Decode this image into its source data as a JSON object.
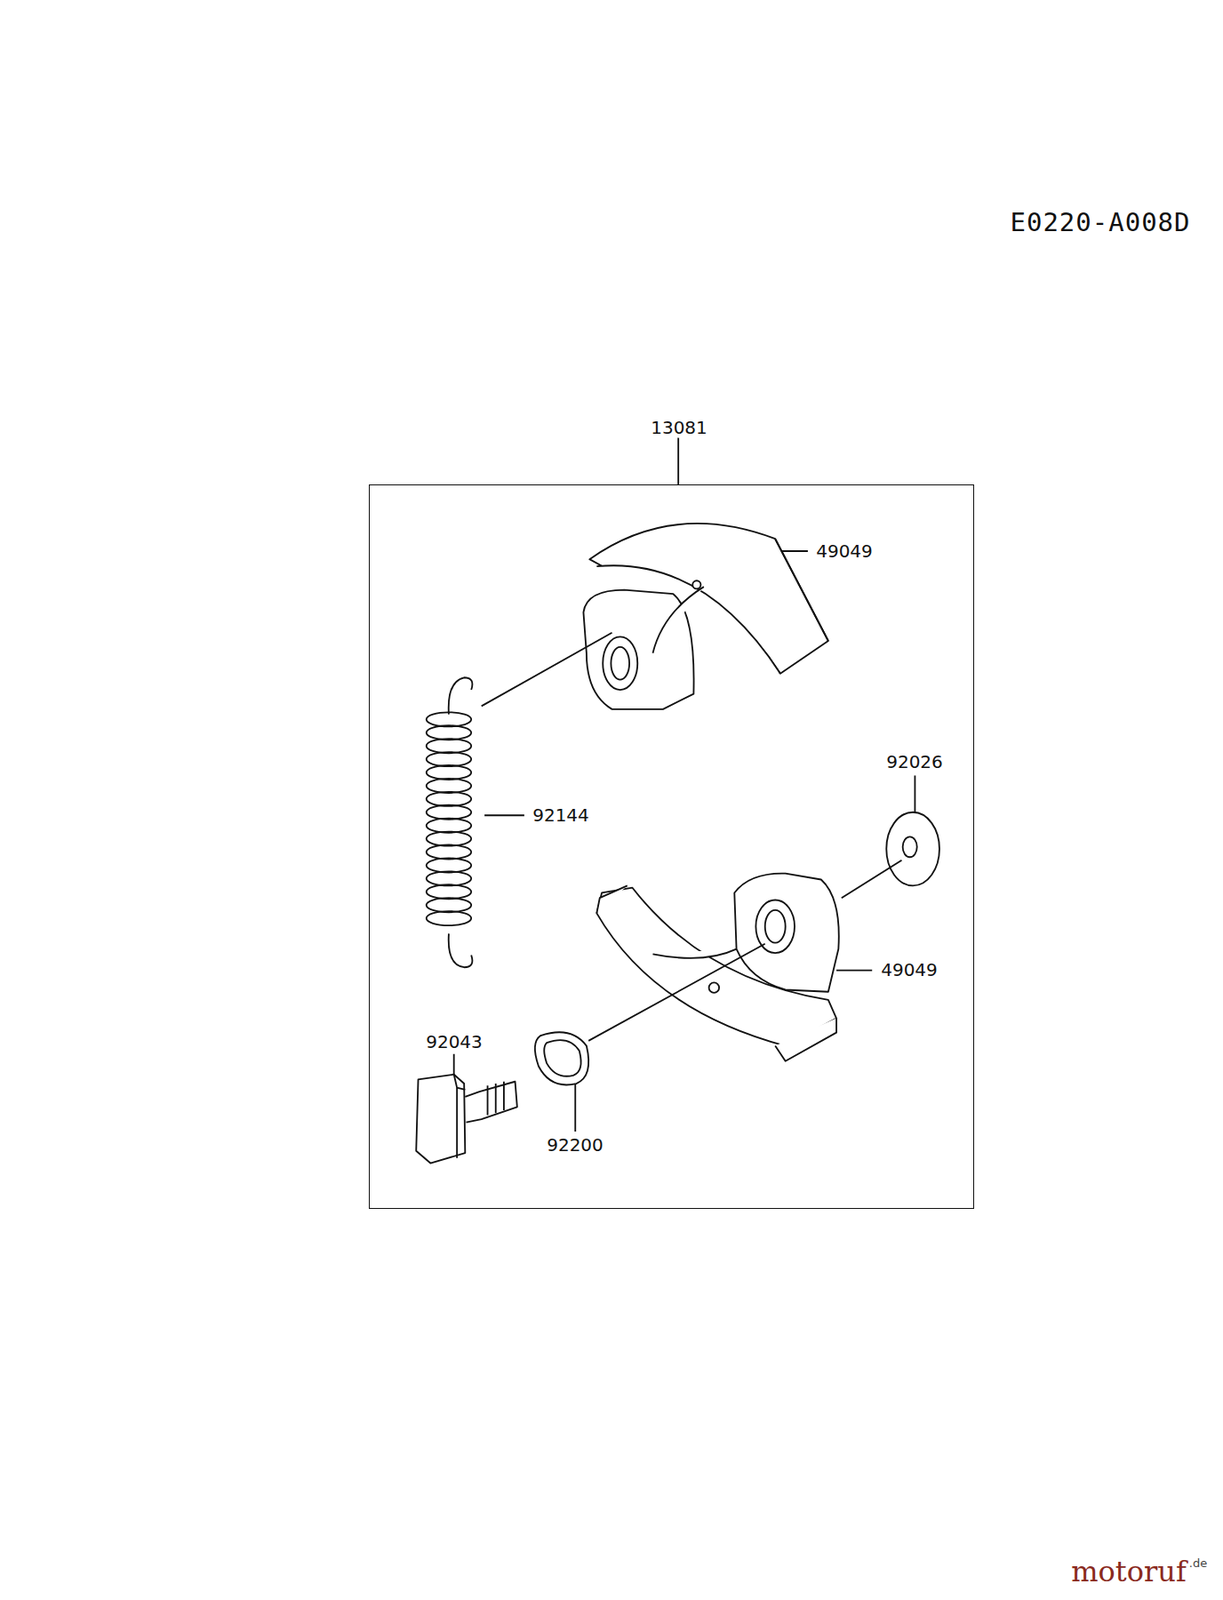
{
  "diagram": {
    "nodes": [
      {
        "text": [
          "13081"
        ]
      }
    ],
    "labels": [
      "E0220-A008D",
      "49049",
      "92144",
      "92026",
      "49049",
      "92043",
      "92200",
      "motoruf",
      ".de"
    ]
  }
}
